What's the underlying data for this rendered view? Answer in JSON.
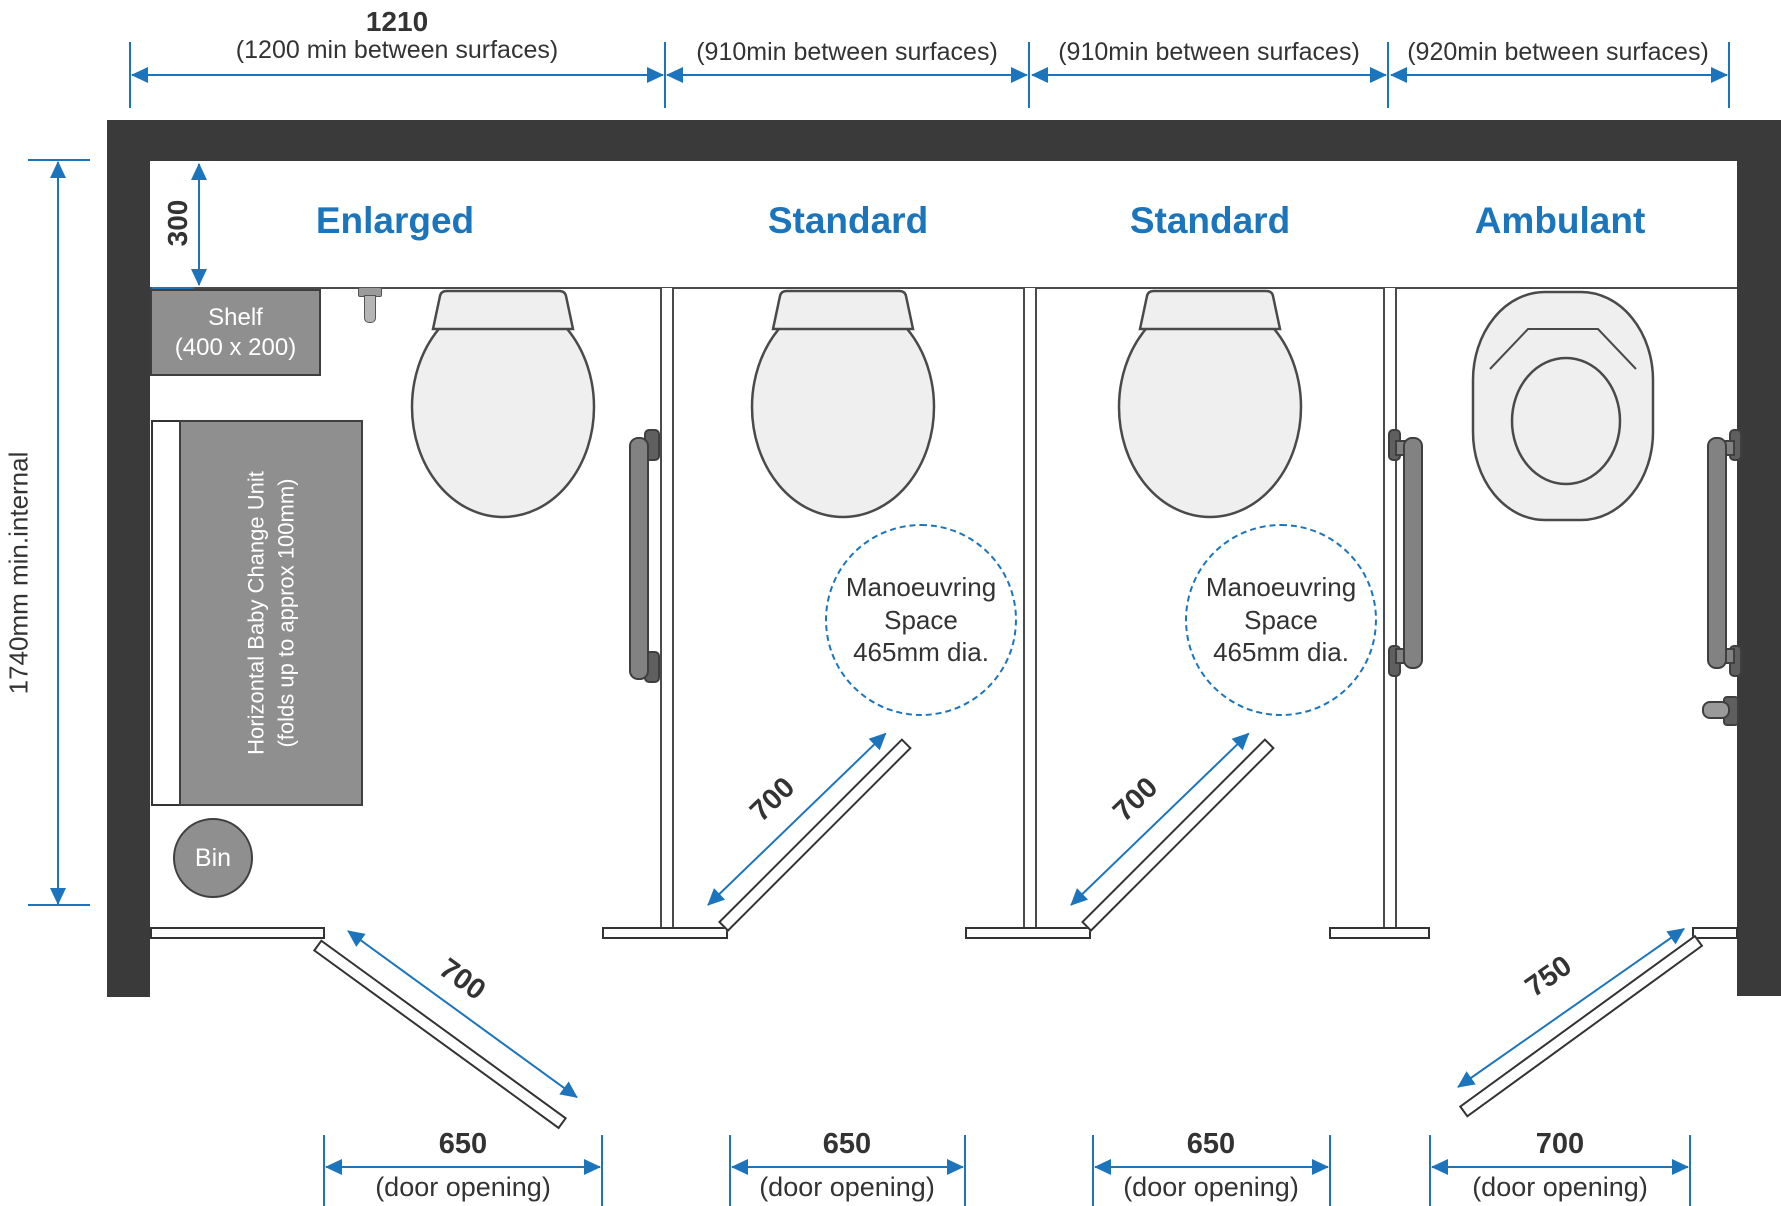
{
  "colors": {
    "accent_blue": "#1c75bc",
    "label_blue": "#1b75bc",
    "wall_dark": "#3a3a3a",
    "fixture_grey": "#8f8f8f",
    "toilet_fill": "#efefef",
    "text_dark": "#333333"
  },
  "top_dimensions": [
    {
      "value": "1210",
      "note": "(1200 min between surfaces)"
    },
    {
      "note": "(910min between surfaces)"
    },
    {
      "note": "(910min between surfaces)"
    },
    {
      "note": "(920min between surfaces)"
    }
  ],
  "side_dimension": {
    "label": "1740mm min.internal"
  },
  "rear_zone_dimension": {
    "value": "300"
  },
  "cubicle_labels": [
    {
      "name": "Enlarged"
    },
    {
      "name": "Standard"
    },
    {
      "name": "Standard"
    },
    {
      "name": "Ambulant"
    }
  ],
  "fixtures": {
    "shelf_line1": "Shelf",
    "shelf_line2": "(400 x 200)",
    "baby_change_line1": "Horizontal Baby Change Unit",
    "baby_change_line2": "(folds up to approx 100mm)",
    "bin_label": "Bin"
  },
  "manoeuvring_spaces": [
    {
      "line1": "Manoeuvring",
      "line2": "Space",
      "line3": "465mm dia."
    },
    {
      "line1": "Manoeuvring",
      "line2": "Space",
      "line3": "465mm dia."
    }
  ],
  "door_swings": [
    {
      "value": "700"
    },
    {
      "value": "700"
    },
    {
      "value": "700"
    },
    {
      "value": "750"
    }
  ],
  "door_openings": [
    {
      "value": "650",
      "note": "(door opening)"
    },
    {
      "value": "650",
      "note": "(door opening)"
    },
    {
      "value": "650",
      "note": "(door opening)"
    },
    {
      "value": "700",
      "note": "(door opening)"
    }
  ]
}
